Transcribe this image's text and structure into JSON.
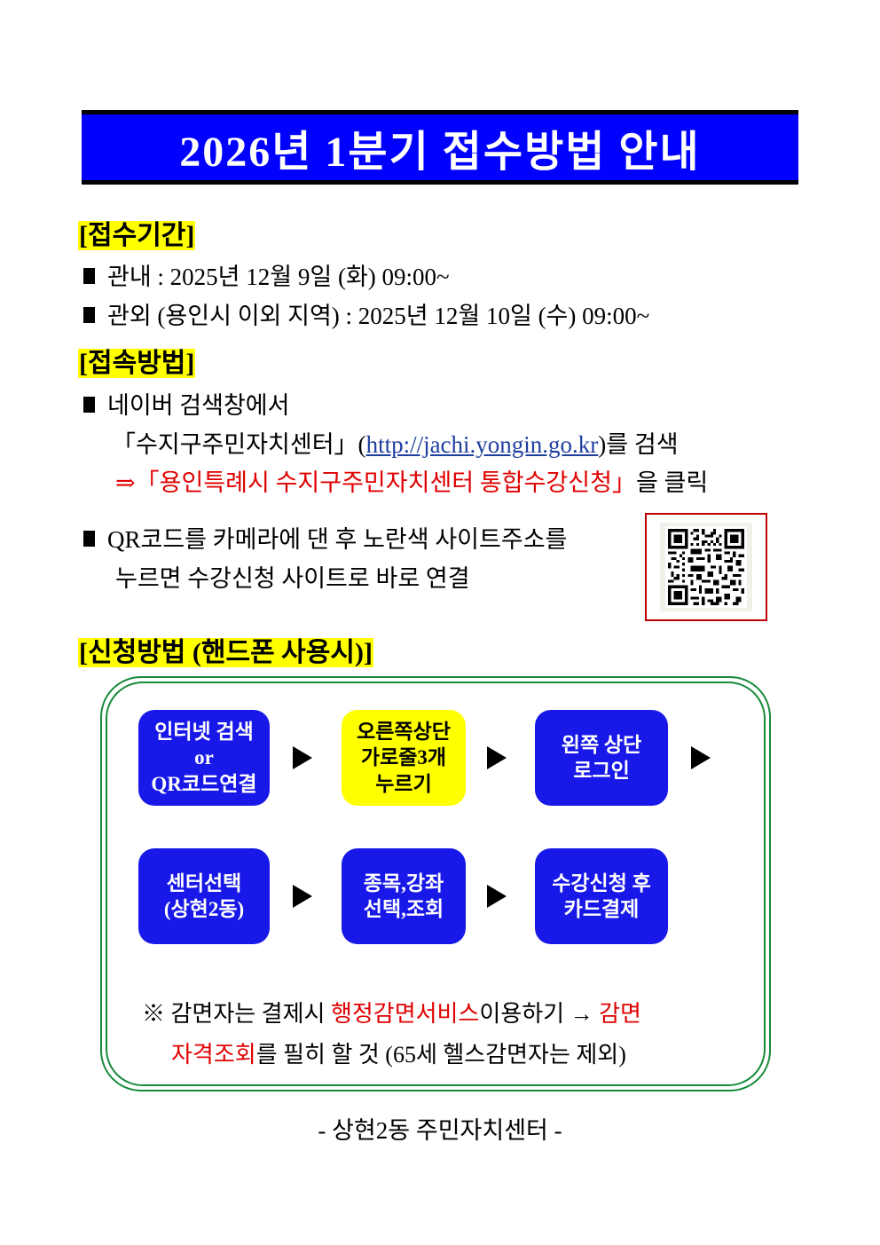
{
  "document": {
    "title": "2026년 1분기 접수방법 안내"
  },
  "sections": {
    "reception_period": {
      "heading": "[접수기간]",
      "items": [
        "관내 : 2025년 12월 9일 (화) 09:00~",
        "관외 (용인시 이외 지역) : 2025년 12월 10일 (수) 09:00~"
      ]
    },
    "access_method": {
      "heading": "[접속방법]",
      "item1_line1": "네이버 검색창에서",
      "item1_line2_pre": "「수지구주민자치센터」(",
      "item1_line2_url": "http://jachi.yongin.go.kr",
      "item1_line2_post": ")를 검색",
      "item1_line3_arrow": "⇒",
      "item1_line3_red": "「용인특례시 수지구주민자치센터 통합수강신청」",
      "item1_line3_post": "을 클릭",
      "item2_line1": "QR코드를 카메라에 댄 후 노란색 사이트주소를",
      "item2_line2": "누르면 수강신청 사이트로 바로 연결"
    },
    "application_method": {
      "heading": "[신청방법 (핸드폰 사용시)]",
      "flow_steps": [
        {
          "id": "step-internet-search",
          "lines": [
            "인터넷 검색",
            "or",
            "QR코드연결"
          ],
          "color": "blue"
        },
        {
          "id": "step-top-right-menu",
          "lines": [
            "오른쪽상단",
            "가로줄3개",
            "누르기"
          ],
          "color": "yellow"
        },
        {
          "id": "step-login",
          "lines": [
            "왼쪽 상단",
            "로그인"
          ],
          "color": "blue"
        },
        {
          "id": "step-select-center",
          "lines": [
            "센터선택",
            "(상현2동)"
          ],
          "color": "blue"
        },
        {
          "id": "step-select-course",
          "lines": [
            "종목,강좌",
            "선택,조회"
          ],
          "color": "blue"
        },
        {
          "id": "step-card-payment",
          "lines": [
            "수강신청 후",
            "카드결제"
          ],
          "color": "blue"
        }
      ],
      "note": {
        "line1_pre": "※ 감면자는 결제시 ",
        "line1_red1": "행정감면서비스",
        "line1_mid": "이용하기 → ",
        "line1_red2": "감면",
        "line2_red": "자격조회",
        "line2_post": "를 필히 할 것 (65세 헬스감면자는 제외)"
      }
    }
  },
  "footer": {
    "text": "- 상현2동 주민자치센터 -"
  },
  "colors": {
    "title_bg": "#0000FF",
    "title_fg": "#FFFFFF",
    "highlight": "#FFFF00",
    "flow_blue": "#1818E8",
    "flow_yellow": "#FFFF00",
    "accent_red": "#E00000",
    "container_green": "#178B3A",
    "qr_border": "#C00000",
    "link_blue": "#1F3FA0"
  }
}
